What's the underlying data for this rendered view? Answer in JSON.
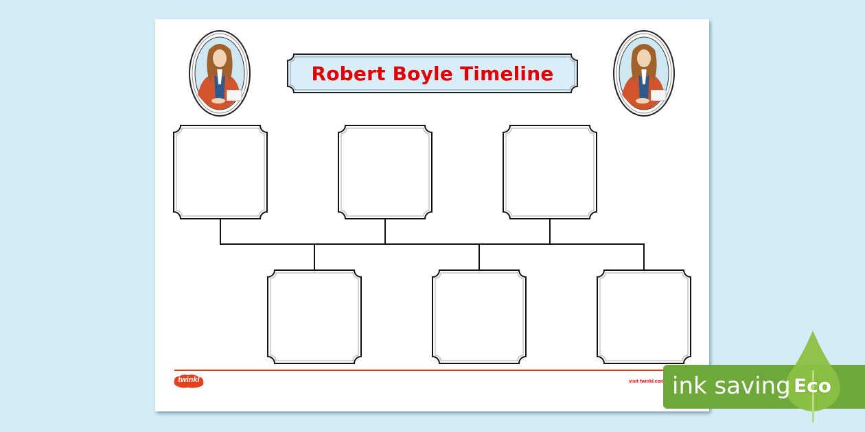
{
  "worksheet": {
    "title": "Robert Boyle Timeline",
    "portraits": [
      {
        "subject": "Robert Boyle portrait",
        "position": "top-left"
      },
      {
        "subject": "Robert Boyle portrait",
        "position": "top-right"
      }
    ],
    "timeline_boxes_top": [
      {
        "index": 1,
        "content": ""
      },
      {
        "index": 2,
        "content": ""
      },
      {
        "index": 3,
        "content": ""
      }
    ],
    "timeline_boxes_bottom": [
      {
        "index": 4,
        "content": ""
      },
      {
        "index": 5,
        "content": ""
      },
      {
        "index": 6,
        "content": ""
      }
    ],
    "footer": {
      "logo_text": "twinkl",
      "visit_text": "visit twinkl.com"
    }
  },
  "badge": {
    "label": "ink saving",
    "tag": "Eco",
    "color_bar": "#6fa83a",
    "color_leaf": "#8cc043"
  },
  "colors": {
    "background": "#d3ecf8",
    "title_red": "#e00000",
    "title_panel": "#d8eefa",
    "footer_rule": "#e23b1a"
  }
}
